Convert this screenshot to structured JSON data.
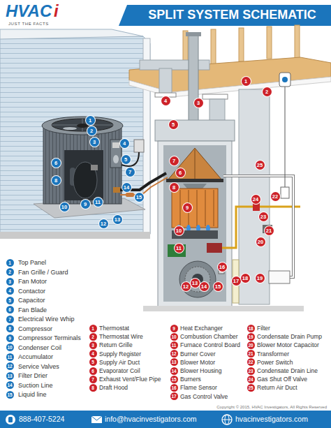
{
  "diagram": {
    "title": "SPLIT SYSTEM SCHEMATIC",
    "nodes": [
      {
        "text": [
          "888-407-5224",
          "info@hvacinvestigators.com",
          "hvacinvestigators.com"
        ]
      }
    ],
    "labels": [
      "HVAC",
      "i",
      "JUST THE FACTS",
      "1",
      "2",
      "3",
      "4",
      "5",
      "6",
      "7",
      "8",
      "9",
      "10",
      "11",
      "12",
      "13",
      "14",
      "15",
      "1",
      "2",
      "3",
      "4",
      "5",
      "6",
      "7",
      "8",
      "9",
      "10",
      "11",
      "12",
      "13",
      "14",
      "15",
      "16",
      "17",
      "18",
      "19",
      "20",
      "21",
      "22",
      "23",
      "24",
      "25",
      "1",
      "Top Panel",
      "2",
      "Fan Grille / Guard",
      "3",
      "Fan Motor",
      "4",
      "Contactor",
      "5",
      "Capacitor",
      "6",
      "Fan Blade",
      "7",
      "Electrical Wire Whip",
      "8",
      "Compressor",
      "9",
      "Compressor Terminals",
      "10",
      "Condenser Coil",
      "11",
      "Accumulator",
      "12",
      "Service Valves",
      "13",
      "Filter Drier",
      "14",
      "Suction Line",
      "15",
      "Liquid line",
      "1",
      "Thermostat",
      "2",
      "Thermostat Wire",
      "3",
      "Return Grille",
      "4",
      "Supply Register",
      "5",
      "Supply Air Duct",
      "6",
      "Evaporator Coil",
      "7",
      "Exhaust Vent/Flue Pipe",
      "8",
      "Draft Hood",
      "9",
      "Heat Exchanger",
      "10",
      "Combustion Chamber",
      "11",
      "Furnace Control Board",
      "12",
      "Burner Cover",
      "13",
      "Blower Motor",
      "14",
      "Blower Housing",
      "15",
      "Burners",
      "16",
      "Flame Sensor",
      "17",
      "Gas Control Valve",
      "18",
      "Filter",
      "19",
      "Condensate Drain Pump",
      "20",
      "Blower Motor Capacitor",
      "21",
      "Transformer",
      "22",
      "Power Switch",
      "23",
      "Condensate Drain Line",
      "24",
      "Gas Shut Off Valve",
      "25",
      "Return Air Duct",
      "Copyright © 2015, HVAC Investigators, All Rights Reserved"
    ]
  }
}
